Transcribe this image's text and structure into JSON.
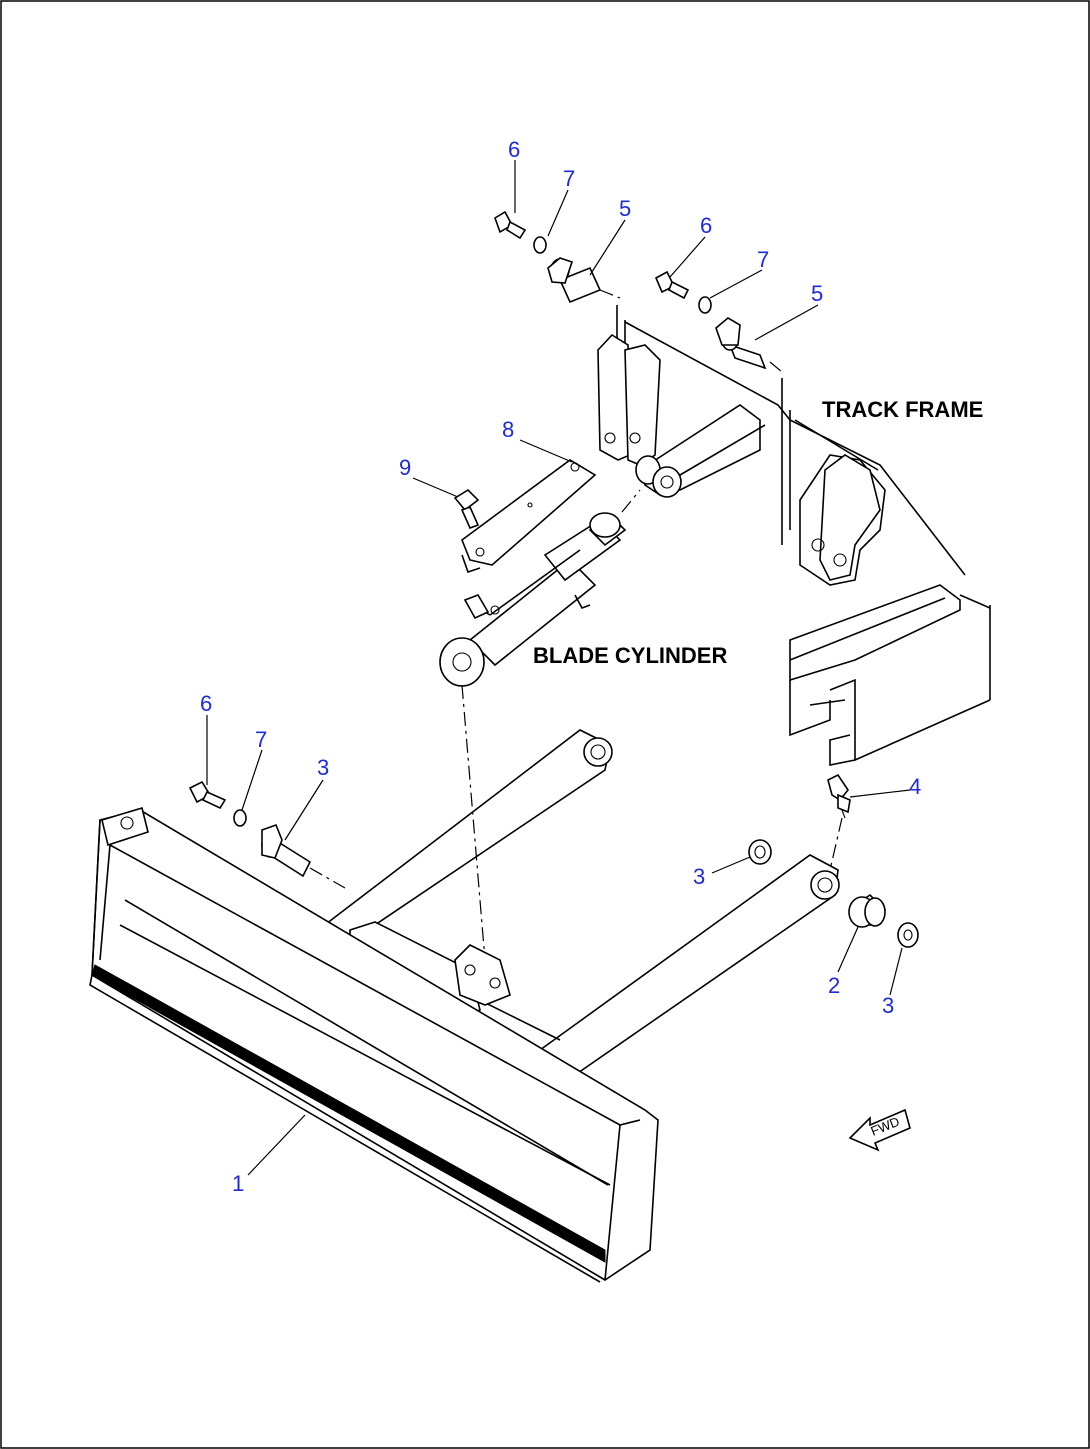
{
  "labels": {
    "track_frame": "TRACK FRAME",
    "blade_cylinder": "BLADE CYLINDER",
    "forward_arrow": "FWD"
  },
  "callouts": [
    {
      "id": "c6a",
      "text": "6"
    },
    {
      "id": "c7a",
      "text": "7"
    },
    {
      "id": "c5a",
      "text": "5"
    },
    {
      "id": "c6b",
      "text": "6"
    },
    {
      "id": "c7b",
      "text": "7"
    },
    {
      "id": "c5b",
      "text": "5"
    },
    {
      "id": "c8",
      "text": "8"
    },
    {
      "id": "c9",
      "text": "9"
    },
    {
      "id": "c6c",
      "text": "6"
    },
    {
      "id": "c7c",
      "text": "7"
    },
    {
      "id": "c3a",
      "text": "3"
    },
    {
      "id": "c4",
      "text": "4"
    },
    {
      "id": "c3b",
      "text": "3"
    },
    {
      "id": "c2",
      "text": "2"
    },
    {
      "id": "c3c",
      "text": "3"
    },
    {
      "id": "c1",
      "text": "1"
    }
  ],
  "colors": {
    "callout": "#1e2bd6",
    "line": "#000000",
    "background": "#ffffff"
  }
}
